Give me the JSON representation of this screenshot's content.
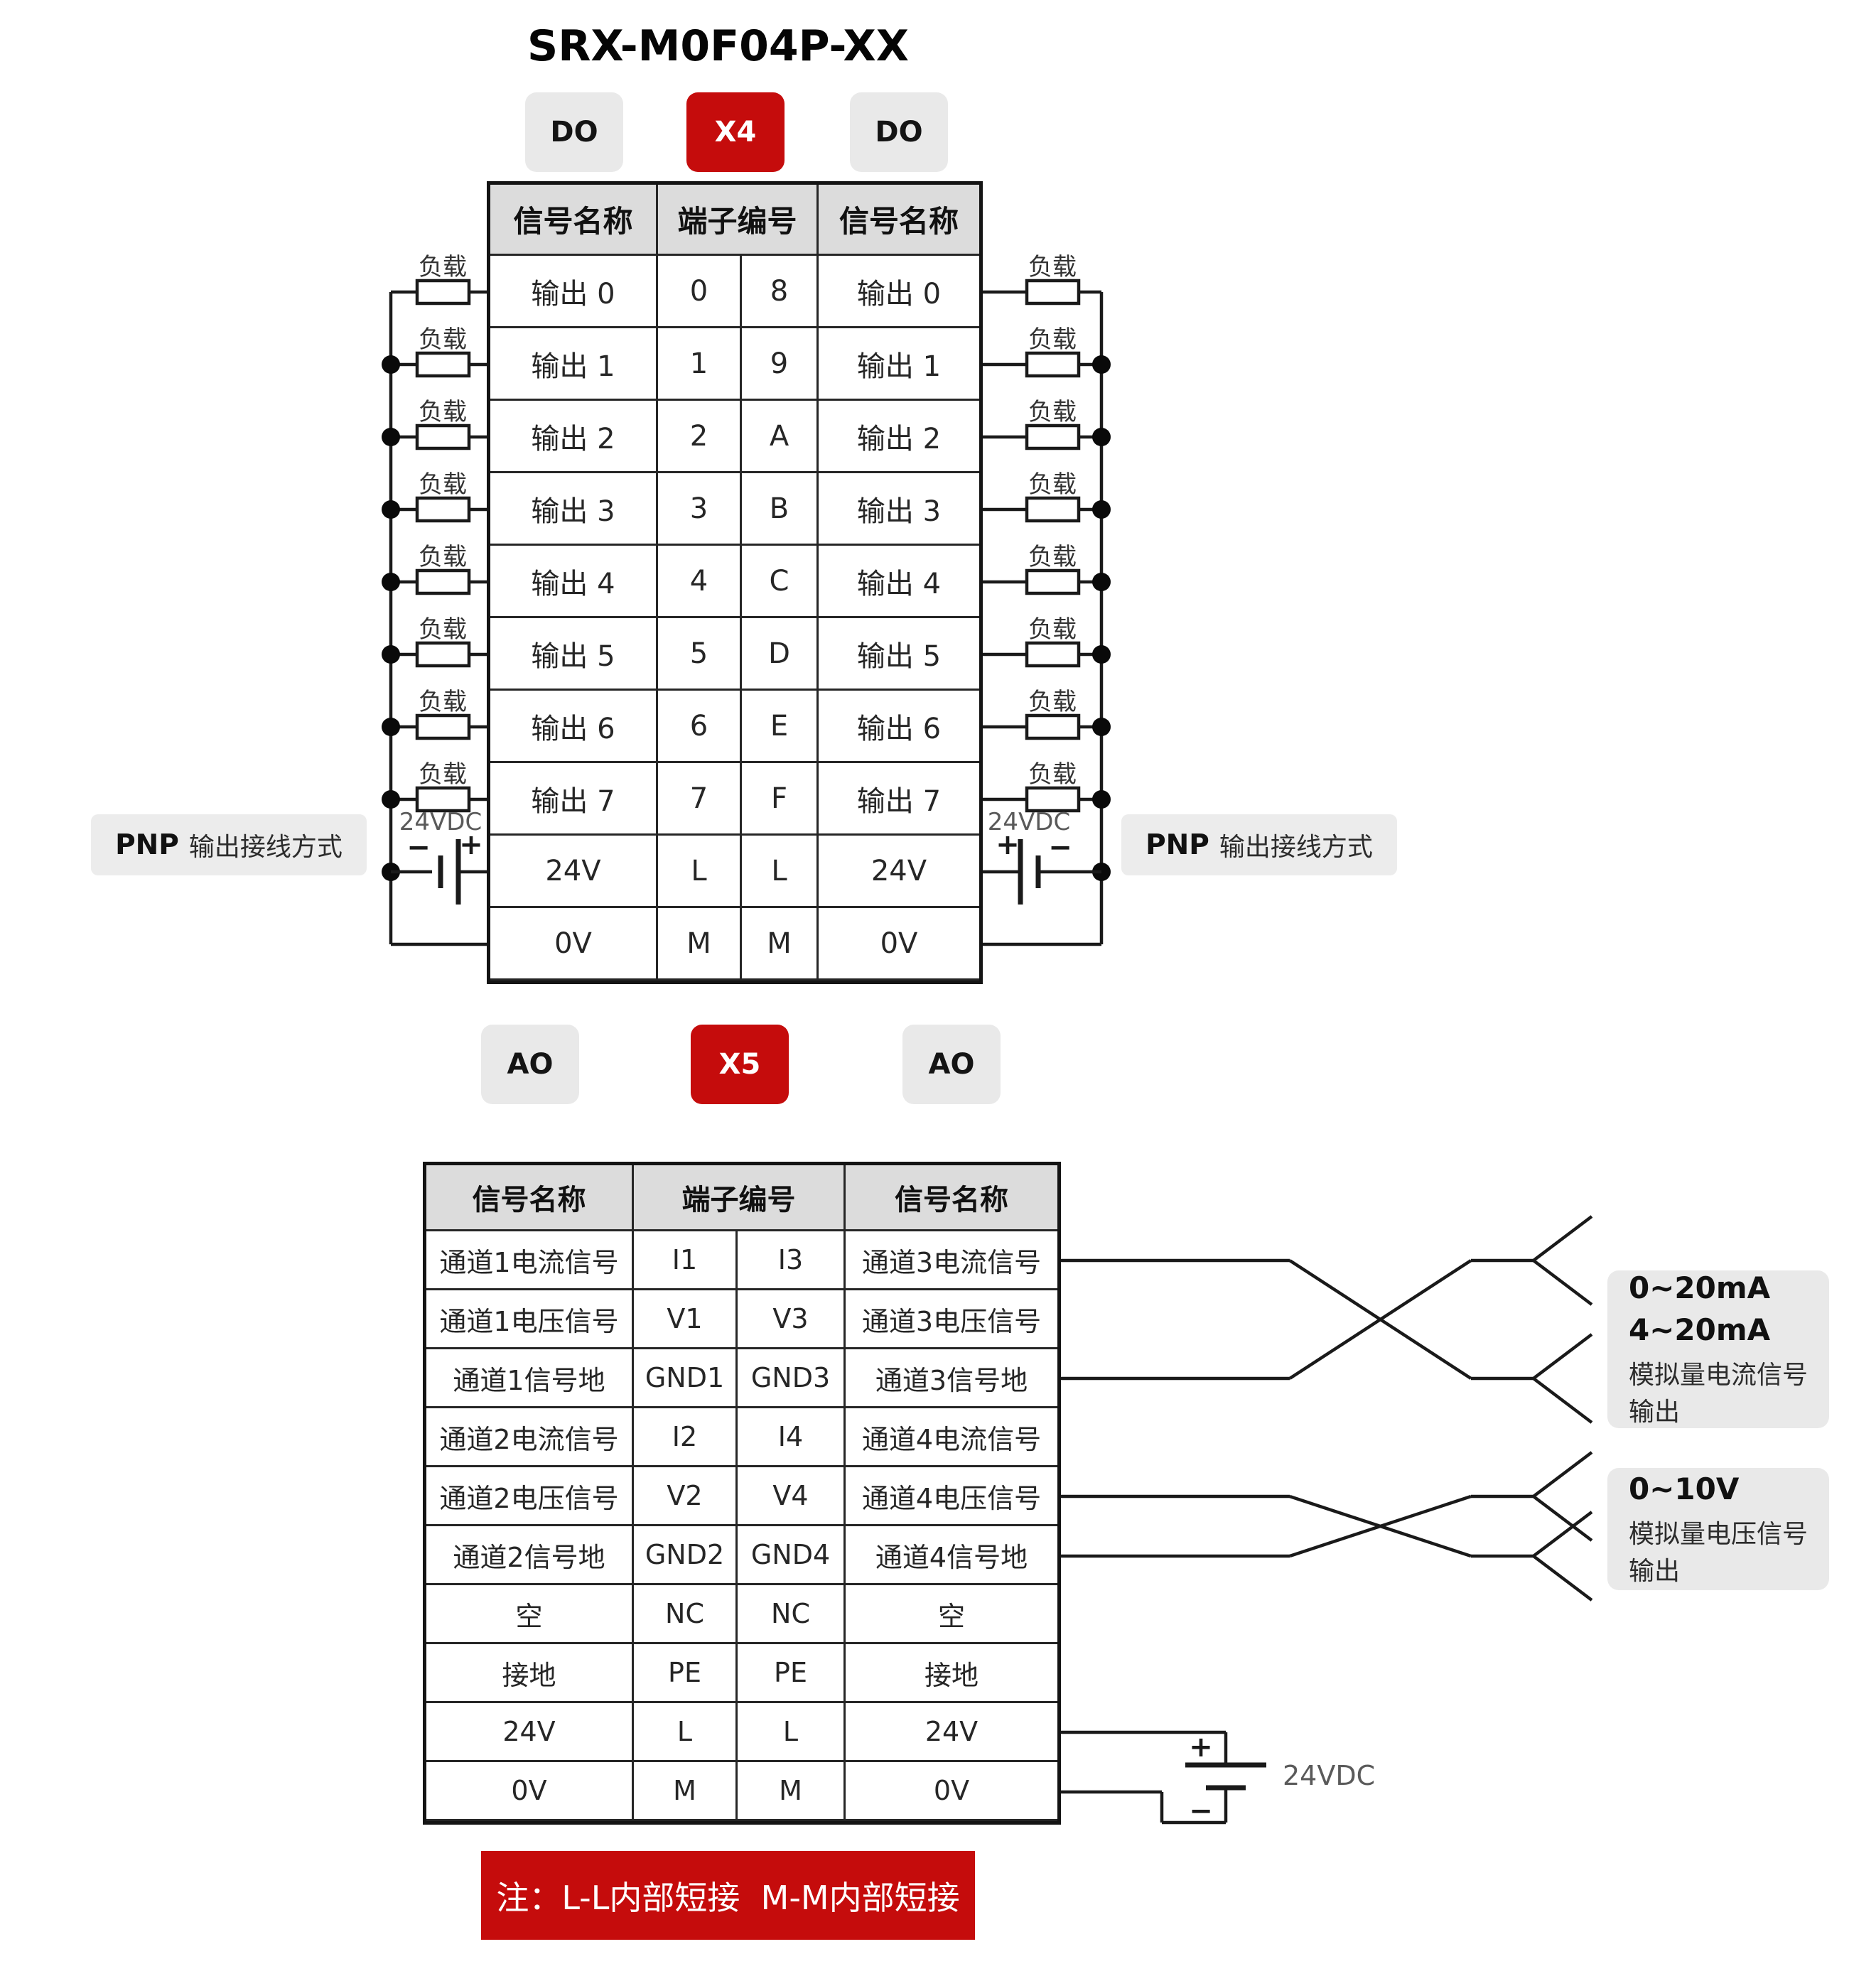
{
  "title": "SRX-M0F04P-XX",
  "colors": {
    "accent_red": "#c50c0c",
    "badge_gray": "#e9e9e9",
    "header_gray": "#dcdcdc",
    "wire_black": "#1a1a1a"
  },
  "badges_top": [
    "DO",
    "X4",
    "DO"
  ],
  "badges_bottom": [
    "AO",
    "X5",
    "AO"
  ],
  "x4": {
    "headers": [
      "信号名称",
      "端子编号",
      "信号名称"
    ],
    "rows": [
      [
        "输出 0",
        "0",
        "8",
        "输出 0"
      ],
      [
        "输出 1",
        "1",
        "9",
        "输出 1"
      ],
      [
        "输出 2",
        "2",
        "A",
        "输出 2"
      ],
      [
        "输出 3",
        "3",
        "B",
        "输出 3"
      ],
      [
        "输出 4",
        "4",
        "C",
        "输出 4"
      ],
      [
        "输出 5",
        "5",
        "D",
        "输出 5"
      ],
      [
        "输出 6",
        "6",
        "E",
        "输出 6"
      ],
      [
        "输出 7",
        "7",
        "F",
        "输出 7"
      ],
      [
        "24V",
        "L",
        "L",
        "24V"
      ],
      [
        "0V",
        "M",
        "M",
        "0V"
      ]
    ]
  },
  "x5": {
    "headers": [
      "信号名称",
      "端子编号",
      "信号名称"
    ],
    "rows": [
      [
        "通道1电流信号",
        "I1",
        "I3",
        "通道3电流信号"
      ],
      [
        "通道1电压信号",
        "V1",
        "V3",
        "通道3电压信号"
      ],
      [
        "通道1信号地",
        "GND1",
        "GND3",
        "通道3信号地"
      ],
      [
        "通道2电流信号",
        "I2",
        "I4",
        "通道4电流信号"
      ],
      [
        "通道2电压信号",
        "V2",
        "V4",
        "通道4电压信号"
      ],
      [
        "通道2信号地",
        "GND2",
        "GND4",
        "通道4信号地"
      ],
      [
        "空",
        "NC",
        "NC",
        "空"
      ],
      [
        "接地",
        "PE",
        "PE",
        "接地"
      ],
      [
        "24V",
        "L",
        "L",
        "24V"
      ],
      [
        "0V",
        "M",
        "M",
        "0V"
      ]
    ]
  },
  "labels": {
    "load": "负载",
    "supply": "24VDC",
    "plus": "+",
    "minus": "−",
    "pnp_bold": "PNP",
    "pnp_rest": "输出接线方式"
  },
  "output_current": {
    "l1": "0~20mA",
    "l2": "4~20mA",
    "l3": "模拟量电流信号输出"
  },
  "output_voltage": {
    "l1": "0~10V",
    "l2": "模拟量电压信号输出"
  },
  "note": "注：L-L内部短接  M-M内部短接"
}
